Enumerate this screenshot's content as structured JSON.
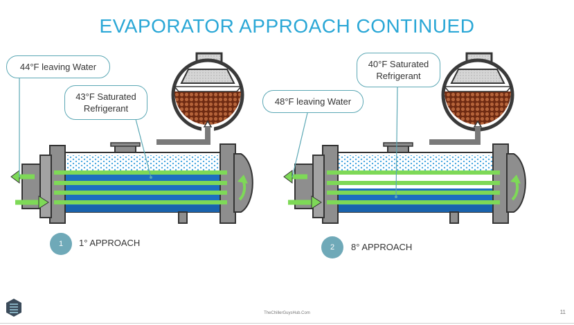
{
  "title": "EVAPORATOR APPROACH CONTINUED",
  "left": {
    "callout_water": "44°F leaving Water",
    "callout_refrigerant": "43°F Saturated\nRefrigerant",
    "step_number": "1",
    "step_label": "1° APPROACH"
  },
  "right": {
    "callout_water": "48°F leaving Water",
    "callout_refrigerant": "40°F Saturated\nRefrigerant",
    "step_number": "2",
    "step_label": "8° APPROACH"
  },
  "footer": {
    "site": "TheChillerGuysHub.Com",
    "page": "11"
  },
  "colors": {
    "title": "#2aa7d6",
    "tube": "#7ed957",
    "water": "#1d6fc0",
    "shell": "#8e8e8e",
    "refrigerant": "#8b3a1d",
    "callout_border": "#5aa7b4"
  }
}
